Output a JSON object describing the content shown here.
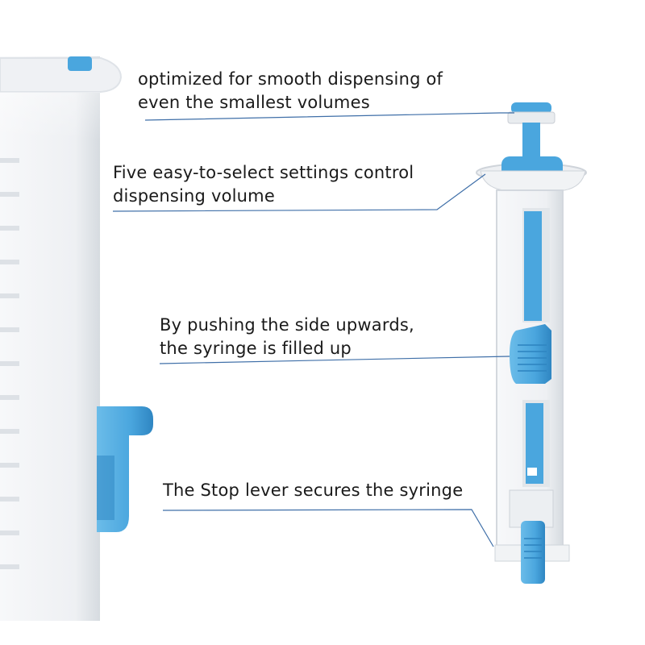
{
  "annotations": [
    {
      "lines": [
        "optimized for smooth dispensing of",
        "even the smallest volumes"
      ]
    },
    {
      "lines": [
        "Five easy-to-select settings control",
        "dispensing volume"
      ]
    },
    {
      "lines": [
        "By pushing the side upwards,",
        "the syringe is filled up"
      ]
    },
    {
      "lines": [
        "The Stop lever secures the syringe"
      ]
    }
  ],
  "colors": {
    "accent_blue": "#4aa6de",
    "accent_blue_dark": "#2f86c2",
    "body_white": "#f4f5f7",
    "shadow_grey": "#d9dde2",
    "leader_line": "#3f6fa8"
  },
  "product": {
    "name": "dispenser"
  }
}
